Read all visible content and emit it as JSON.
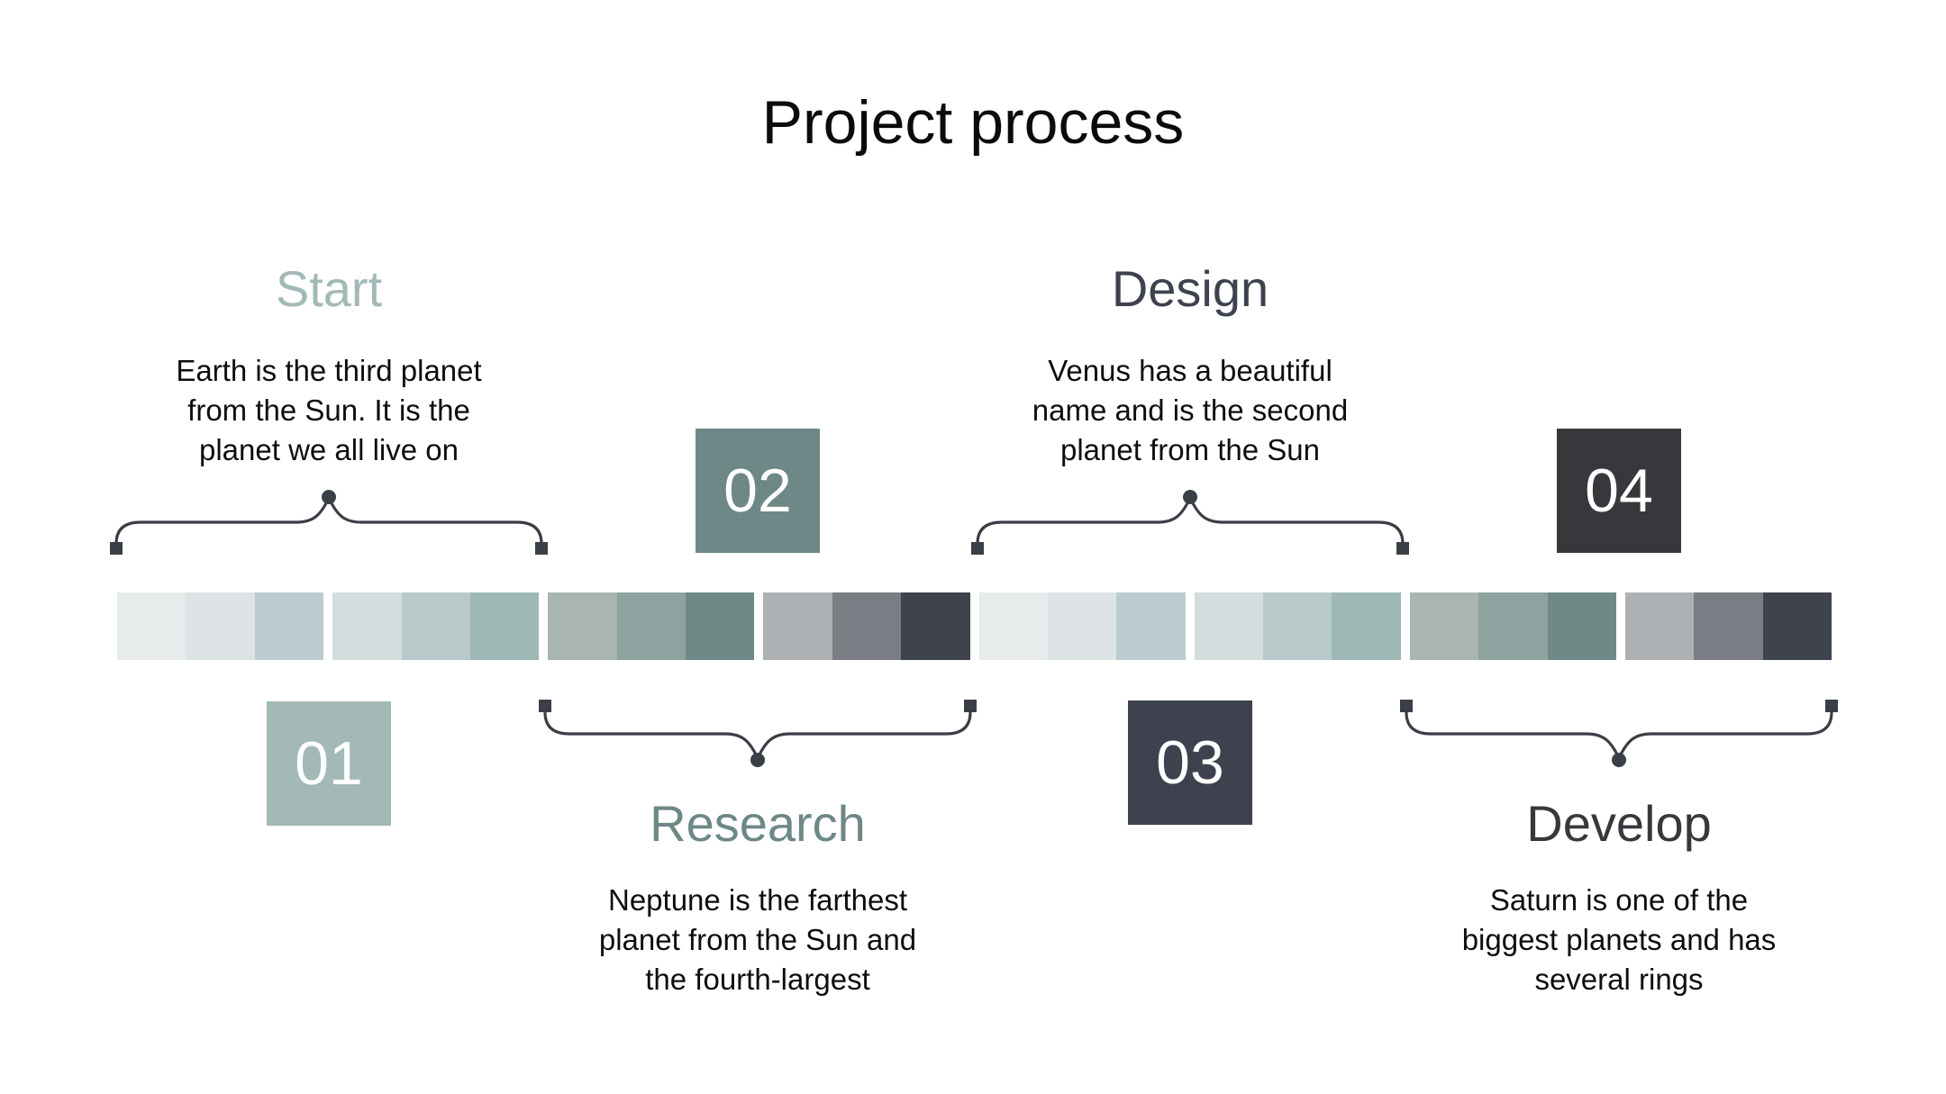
{
  "title": "Project process",
  "stages": [
    {
      "number": "01",
      "name": "Start",
      "accent_color": "#a2b9b7",
      "description_lines": [
        "Earth is the third planet",
        "from the Sun. It is the",
        "planet we all live on"
      ]
    },
    {
      "number": "02",
      "name": "Research",
      "accent_color": "#6d8886",
      "description_lines": [
        "Neptune is the farthest",
        "planet from the Sun and",
        "the fourth-largest"
      ]
    },
    {
      "number": "03",
      "name": "Design",
      "accent_color": "#3d424e",
      "description_lines": [
        "Venus has a beautiful",
        "name and is the second",
        "planet from the Sun"
      ]
    },
    {
      "number": "04",
      "name": "Develop",
      "accent_color": "#36383c",
      "description_lines": [
        "Saturn is one of the",
        "biggest planets and has",
        "several rings"
      ]
    }
  ],
  "timeline": {
    "brace_color": "#3a3e46",
    "groups": [
      [
        "#e7ebec",
        "#dde3e4",
        "#bccbd1"
      ],
      [
        "#d3dddd",
        "#b9c9c9",
        "#9db8b5"
      ],
      [
        "#a8b5b1",
        "#8da3a0",
        "#6e8a87"
      ],
      [
        "#aeb1b4",
        "#7a7d83",
        "#3f434d"
      ],
      [
        "#e7ebec",
        "#dde3e4",
        "#bccbd1"
      ],
      [
        "#d3dddd",
        "#b9c9c9",
        "#9db8b5"
      ],
      [
        "#a8b5b1",
        "#8da3a0",
        "#6e8a87"
      ],
      [
        "#aeb1b4",
        "#7a7d83",
        "#3f434d"
      ]
    ]
  }
}
